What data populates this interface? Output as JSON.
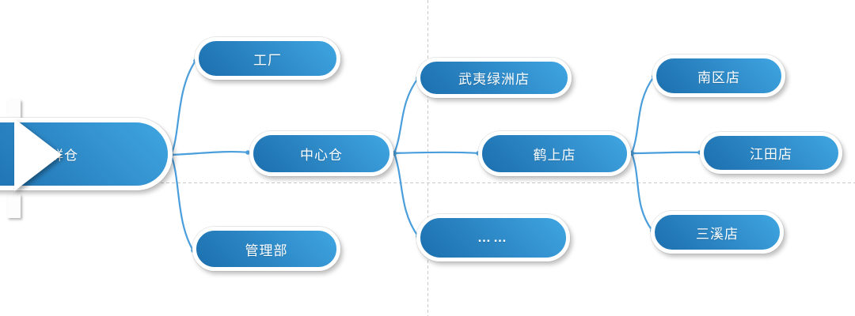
{
  "diagram": {
    "root": {
      "label": "荟鲜仓"
    },
    "nodes": {
      "factory": {
        "label": "工厂"
      },
      "central": {
        "label": "中心仓"
      },
      "admin": {
        "label": "管理部"
      },
      "wuyi": {
        "label": "武夷绿洲店"
      },
      "heshang": {
        "label": "鹤上店"
      },
      "more": {
        "label": "……"
      },
      "nanqu": {
        "label": "南区店"
      },
      "jiangtian": {
        "label": "江田店"
      },
      "sanxi": {
        "label": "三溪店"
      }
    },
    "edges": [
      {
        "from": "荟鲜仓",
        "to": "工厂"
      },
      {
        "from": "荟鲜仓",
        "to": "中心仓"
      },
      {
        "from": "荟鲜仓",
        "to": "管理部"
      },
      {
        "from": "中心仓",
        "to": "武夷绿洲店"
      },
      {
        "from": "中心仓",
        "to": "鹤上店"
      },
      {
        "from": "中心仓",
        "to": "……"
      },
      {
        "from": "鹤上店",
        "to": "南区店"
      },
      {
        "from": "鹤上店",
        "to": "江田店"
      },
      {
        "from": "鹤上店",
        "to": "三溪店"
      }
    ],
    "colors": {
      "node_light": "#3fa6e2",
      "node_mid": "#2c86c4",
      "node_dark": "#1c6fae",
      "connector": "#4a9edb",
      "guide": "#c9c9c9"
    }
  }
}
